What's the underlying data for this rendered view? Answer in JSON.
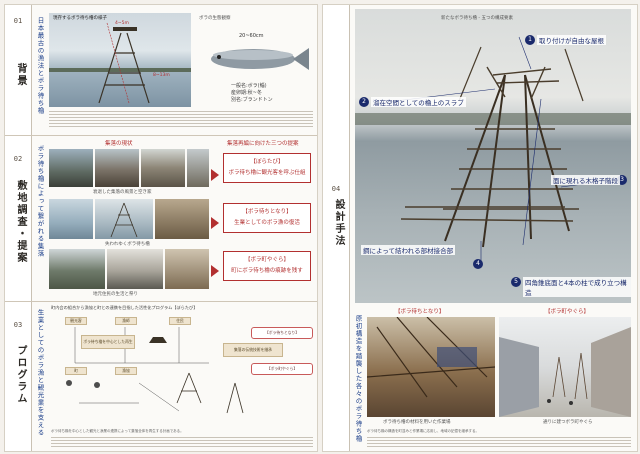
{
  "left": {
    "s01": {
      "num": "01",
      "title": "背景",
      "sub": "日本最古の漁法とボラ待ち櫓",
      "photo1_cap": "現存するボラ待ち櫓の様子",
      "dim_w": "4~5m",
      "dim_h": "8~13m",
      "photo2_cap": "ボラの生態観察",
      "fish_size": "20~60cm",
      "fish_info": [
        "一般名:ボラ(鯔)",
        "産卵期:秋~冬",
        "別名:ブランドトン"
      ]
    },
    "s02": {
      "num": "02",
      "title": "敷地調査・提案",
      "sub": "ボラ待ち櫓によって繋がれる集落",
      "hdr_left": "集落の現状",
      "hdr_right": "集落再編に向けた三つの提案",
      "cap1": "衰退した集落の風景と空き家",
      "cap2": "失われゆくボラ待ち櫓",
      "cap3": "地元住民の生活と祭り",
      "props": [
        {
          "title": "【ぼらたび】",
          "body": "ボラ待ち櫓に観光客を呼ぶ仕組"
        },
        {
          "title": "【ボラ待ちとなり】",
          "body": "生業としてのボラ漁の復活"
        },
        {
          "title": "【ボラ町やぐら】",
          "body": "町にボラ待ち櫓の痕跡を残す"
        }
      ]
    },
    "s03": {
      "num": "03",
      "title": "プログラム",
      "sub": "生業としてのボラ漁と観光業を支える",
      "intro": "町内会の組合から漁協と町との連携を目指した活性化プログラム【ぼらたび】",
      "tags": [
        "観光客",
        "漁師",
        "住民",
        "町",
        "漁協"
      ],
      "boxes": [
        "【ボラ待ちとなり】",
        "【ボラ町やぐら】"
      ],
      "notes": [
        "ボラ待ち櫓を中心とした再生",
        "集落の伝統技術を継承"
      ],
      "footer": "ボラ待ち櫓を中心とした観光と漁業の連携によって集落全体を再生する計画である。"
    }
  },
  "right": {
    "s04": {
      "num": "04",
      "title": "設計手法",
      "photo_cap": "新たなボラ待ち櫓 - 五つの構成要素",
      "annos": [
        {
          "n": "1",
          "text": "取り付けが自由な屋根"
        },
        {
          "n": "2",
          "text": "溜在空間としての櫓上のスラブ"
        },
        {
          "n": "3",
          "text": "面に現れる木格子階段"
        },
        {
          "n": "4",
          "text": "鋼によって結われる部材接合部"
        },
        {
          "n": "5",
          "text": "四角錐底面と4本の柱で成り立つ構造"
        }
      ]
    },
    "bottom": {
      "sub": "原初構造を踏襲した各々のボラ待ち櫓",
      "hdr1": "【ボラ待ちとなり】",
      "hdr2": "【ボラ町やぐら】",
      "cap1": "ボラ待ち櫓の材料を用いた作業場",
      "cap2": "通りに建つボラ町やぐら",
      "footer": "ボラ待ち櫓の構造を町並みと作業場に応用し、地域の記憶を継承する。"
    }
  }
}
